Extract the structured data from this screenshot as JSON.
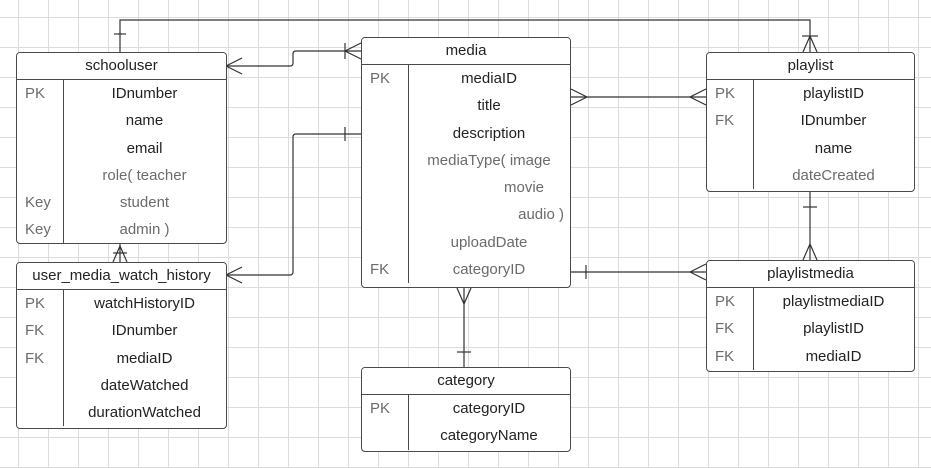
{
  "entities": {
    "schooluser": {
      "title": "schooluser",
      "rows": [
        {
          "key": "PK",
          "field": "IDnumber"
        },
        {
          "key": "",
          "field": "name"
        },
        {
          "key": "",
          "field": "email"
        },
        {
          "key": "",
          "field": "role( teacher"
        },
        {
          "key": "Key",
          "field": "student"
        },
        {
          "key": "Key",
          "field": "admin )"
        }
      ]
    },
    "media": {
      "title": "media",
      "rows": [
        {
          "key": "PK",
          "field": "mediaID"
        },
        {
          "key": "",
          "field": "title"
        },
        {
          "key": "",
          "field": "description"
        },
        {
          "key": "",
          "field": "mediaType( image"
        },
        {
          "key": "",
          "field": "movie"
        },
        {
          "key": "",
          "field": "audio )"
        },
        {
          "key": "",
          "field": "uploadDate"
        },
        {
          "key": "FK",
          "field": "categoryID"
        }
      ]
    },
    "playlist": {
      "title": "playlist",
      "rows": [
        {
          "key": "PK",
          "field": "playlistID"
        },
        {
          "key": "FK",
          "field": "IDnumber"
        },
        {
          "key": "",
          "field": "name"
        },
        {
          "key": "",
          "field": "dateCreated"
        }
      ]
    },
    "user_media_watch_history": {
      "title": "user_media_watch_history",
      "rows": [
        {
          "key": "PK",
          "field": "watchHistoryID"
        },
        {
          "key": "FK",
          "field": "IDnumber"
        },
        {
          "key": "FK",
          "field": "mediaID"
        },
        {
          "key": "",
          "field": "dateWatched"
        },
        {
          "key": "",
          "field": "durationWatched"
        }
      ]
    },
    "playlistmedia": {
      "title": "playlistmedia",
      "rows": [
        {
          "key": "PK",
          "field": "playlistmediaID"
        },
        {
          "key": "FK",
          "field": "playlistID"
        },
        {
          "key": "FK",
          "field": "mediaID"
        }
      ]
    },
    "category": {
      "title": "category",
      "rows": [
        {
          "key": "PK",
          "field": "categoryID"
        },
        {
          "key": "",
          "field": "categoryName"
        }
      ]
    }
  }
}
